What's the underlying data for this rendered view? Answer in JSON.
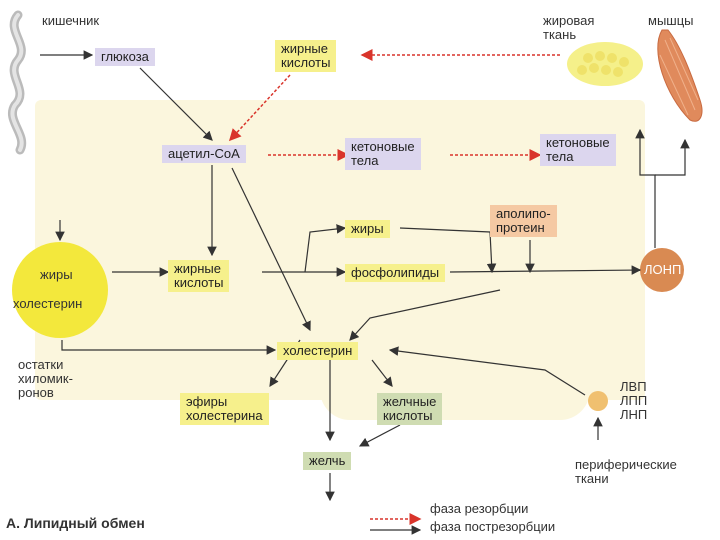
{
  "nodes": {
    "intestine": "кишечник",
    "glucose": "глюкоза",
    "fatty_acids_top": "жирные\nкислоты",
    "adipose": "жировая\nткань",
    "muscles": "мышцы",
    "acetyl_coa": "ацетил-СоА",
    "ketone_liver": "кетоновые\nтела",
    "ketone_out": "кетоновые\nтела",
    "fats_chylo": "жиры",
    "cholesterol_chylo": "холестерин",
    "chylo_remnants": "остатки\nхиломик-\nронов",
    "fatty_acids_mid": "жирные\nкислоты",
    "fats_liver": "жиры",
    "apolipo": "аполипо-\nпротеин",
    "phospholipids": "фосфолипиды",
    "vldl": "ЛОНП",
    "cholesterol_liver": "холестерин",
    "chol_esters": "эфиры\nхолестерина",
    "bile_acids": "желчные\nкислоты",
    "bile": "желчь",
    "lipoproteins": "ЛВП\nЛПП\nЛНП",
    "peripheral": "периферические\nткани"
  },
  "legend": {
    "resorption": "фаза резорбции",
    "postresorption": "фаза пострезорбции"
  },
  "caption": "А. Липидный обмен",
  "colors": {
    "liver_bg": "#fbf6dd",
    "violet": "#dcd6ee",
    "yellow": "#f6f08c",
    "green": "#cfdcb2",
    "peach": "#f5c9a3",
    "chylomicron": "#f3e83c",
    "vldl_ball": "#d98a52",
    "dashed_arrow": "#d9342b"
  }
}
